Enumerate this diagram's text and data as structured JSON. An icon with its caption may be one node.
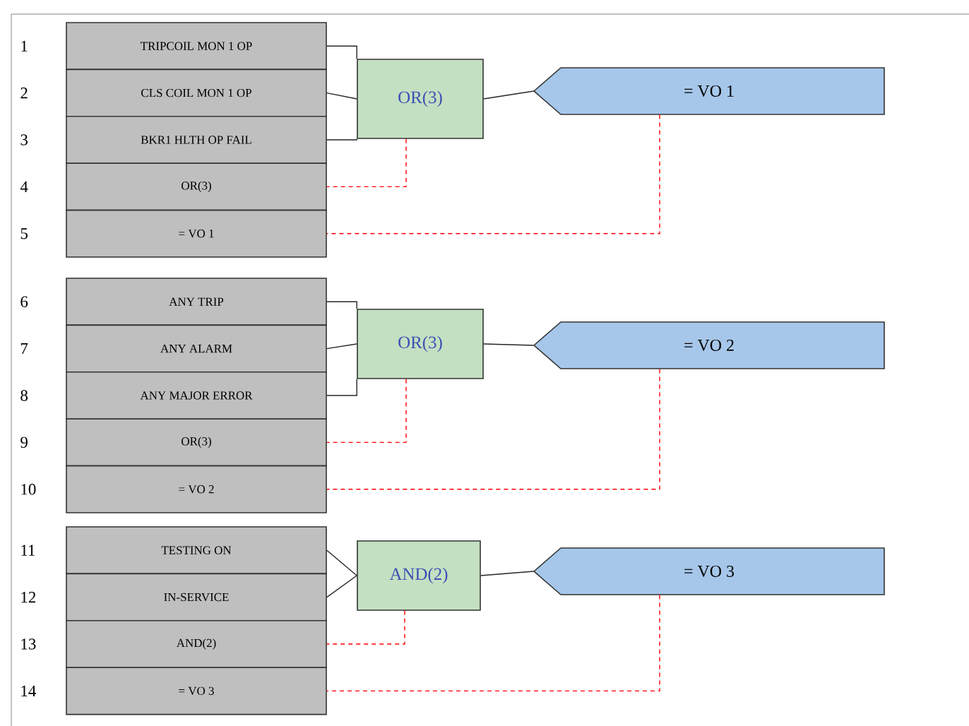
{
  "diagram": {
    "nodes": [
      {
        "text": [
          "TRIPCOIL MON 1 OP"
        ]
      },
      {
        "text": [
          "CLS COIL MON 1 OP"
        ]
      },
      {
        "text": [
          "BKR1 HLTH OP FAIL"
        ]
      },
      {
        "text": [
          "OR(3)"
        ]
      },
      {
        "text": [
          "= VO 1"
        ]
      },
      {
        "text": [
          "OR(3)"
        ]
      },
      {
        "text": [
          "= VO 1"
        ]
      },
      {
        "text": [
          "ANY TRIP"
        ]
      },
      {
        "text": [
          "ANY ALARM"
        ]
      },
      {
        "text": [
          "ANY MAJOR ERROR"
        ]
      },
      {
        "text": [
          "OR(3)"
        ]
      },
      {
        "text": [
          "= VO 2"
        ]
      },
      {
        "text": [
          "OR(3)"
        ]
      },
      {
        "text": [
          "= VO 2"
        ]
      },
      {
        "text": [
          "TESTING ON"
        ]
      },
      {
        "text": [
          "IN-SERVICE"
        ]
      },
      {
        "text": [
          "AND(2)"
        ]
      },
      {
        "text": [
          "= VO 3"
        ]
      },
      {
        "text": [
          "AND(2)"
        ]
      },
      {
        "text": [
          "= VO 3"
        ]
      }
    ],
    "edges": [
      {
        "from": 0,
        "to": 5,
        "arrow": "none"
      },
      {
        "from": 1,
        "to": 5,
        "arrow": "none"
      },
      {
        "from": 2,
        "to": 5,
        "arrow": "none"
      },
      {
        "from": 5,
        "to": 6,
        "arrow": "none"
      },
      {
        "from": 5,
        "to": 3,
        "arrow": "none",
        "style": "dashed",
        "color": "#ff0000"
      },
      {
        "from": 6,
        "to": 4,
        "arrow": "none",
        "style": "dashed",
        "color": "#ff0000"
      },
      {
        "from": 7,
        "to": 12,
        "arrow": "none"
      },
      {
        "from": 8,
        "to": 12,
        "arrow": "none"
      },
      {
        "from": 9,
        "to": 12,
        "arrow": "none"
      },
      {
        "from": 12,
        "to": 13,
        "arrow": "none"
      },
      {
        "from": 12,
        "to": 10,
        "arrow": "none",
        "style": "dashed",
        "color": "#ff0000"
      },
      {
        "from": 13,
        "to": 11,
        "arrow": "none",
        "style": "dashed",
        "color": "#ff0000"
      },
      {
        "from": 14,
        "to": 18,
        "arrow": "none"
      },
      {
        "from": 15,
        "to": 18,
        "arrow": "none"
      },
      {
        "from": 18,
        "to": 19,
        "arrow": "none"
      },
      {
        "from": 18,
        "to": 16,
        "arrow": "none",
        "style": "dashed",
        "color": "#ff0000"
      },
      {
        "from": 19,
        "to": 17,
        "arrow": "none",
        "style": "dashed",
        "color": "#ff0000"
      }
    ],
    "labels": [
      "1",
      "2",
      "3",
      "4",
      "5",
      "6",
      "7",
      "8",
      "9",
      "10",
      "11",
      "12",
      "13",
      "14"
    ]
  }
}
